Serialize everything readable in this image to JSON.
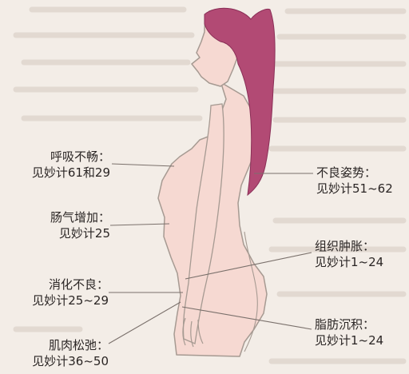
{
  "background_color": "#f3ede7",
  "colors": {
    "skin": "#f6d9d2",
    "hair": "#b24a74",
    "outline": "#a69a92",
    "text": "#2a2524"
  },
  "annotations": [
    {
      "id": "breathing",
      "side": "left",
      "title": "呼吸不畅：",
      "ref": "见妙计61和29"
    },
    {
      "id": "gas",
      "side": "left",
      "title": "肠气增加：",
      "ref": "见妙计25"
    },
    {
      "id": "digestion",
      "side": "left",
      "title": "消化不良：",
      "ref": "见妙计25~29"
    },
    {
      "id": "muscle",
      "side": "left",
      "title": "肌肉松弛：",
      "ref": "见妙计36~50"
    },
    {
      "id": "posture",
      "side": "right",
      "title": "不良姿势：",
      "ref": "见妙计51~62"
    },
    {
      "id": "swelling",
      "side": "right",
      "title": "组织肿胀：",
      "ref": "见妙计1~24"
    },
    {
      "id": "fat",
      "side": "right",
      "title": "脂肪沉积：",
      "ref": "见妙计1~24"
    }
  ]
}
